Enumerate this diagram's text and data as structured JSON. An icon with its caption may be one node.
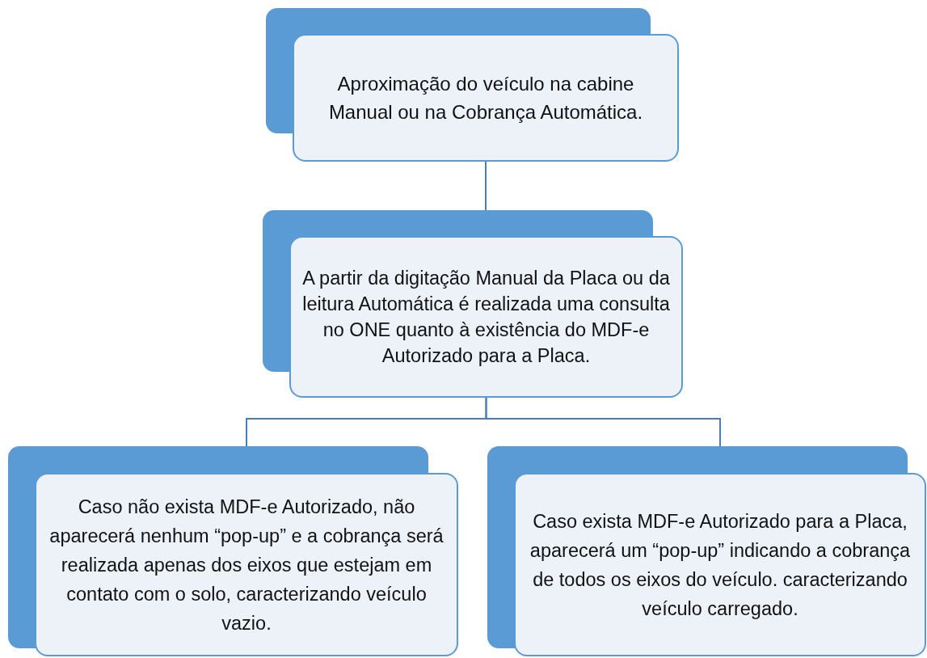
{
  "diagram": {
    "nodes": [
      {
        "text": [
          "Aproximação do veículo na cabine Manual ou na Cobrança Automática."
        ]
      },
      {
        "text": [
          "A partir da digitação Manual da Placa ou da leitura Automática é realizada uma consulta no ONE quanto à existência do MDF-e Autorizado para a Placa."
        ]
      },
      {
        "text": [
          "Caso não exista MDF-e Autorizado, não aparecerá nenhum “pop-up” e a cobrança será realizada apenas dos eixos que estejam em contato com o solo, caracterizando veículo vazio."
        ]
      },
      {
        "text": [
          "Caso exista MDF-e Autorizado para a Placa, aparecerá um “pop-up” indicando a cobrança de todos os eixos do veículo. caracterizando veículo carregado."
        ]
      }
    ],
    "edges": [
      {
        "from": 0,
        "to": 1,
        "arrow": "none"
      },
      {
        "from": 1,
        "to": 2,
        "arrow": "none"
      },
      {
        "from": 1,
        "to": 3,
        "arrow": "none"
      }
    ]
  }
}
